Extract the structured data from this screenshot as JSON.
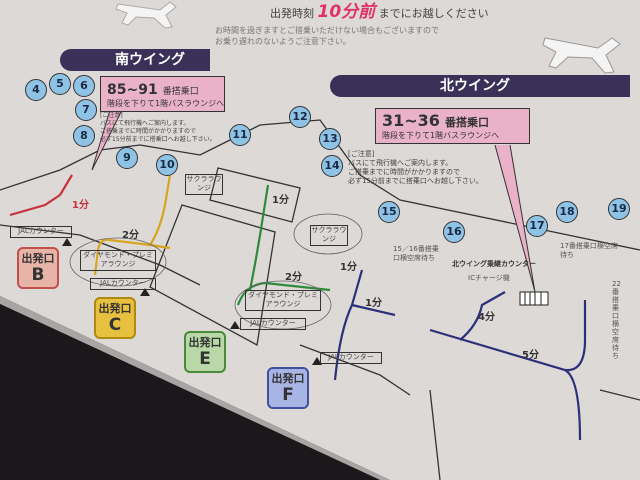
{
  "header": {
    "time_prefix": "出発時刻",
    "time_highlight": "10分前",
    "time_suffix": "までにお越しください",
    "note_line1": "お時間を過ぎますとご搭乗いただけない場合もございますので",
    "note_line2": "お乗り遅れのないようご注意下さい。"
  },
  "wings": {
    "south": "南ウイング",
    "north": "北ウイング"
  },
  "callouts": [
    {
      "gates": "85~91",
      "suffix": "番搭乗口",
      "sub": "階段を下りて1階バスラウンジへ",
      "note_title": "[ご注意]",
      "note_1": "バスにて飛行機へご案内します。",
      "note_2": "ご搭乗までに時間がかかりますので",
      "note_3": "必ず15分前までに搭乗口へお越し下さい。"
    },
    {
      "gates": "31~36",
      "suffix": "番搭乗口",
      "sub": "階段を下りて1階バスラウンジへ",
      "note_title": "[ご注意]",
      "note_1": "バスにて飛行機へご案内します。",
      "note_2": "ご搭乗までに時間がかかりますので",
      "note_3": "必ず15分前までに搭乗口へお越し下さい。"
    }
  ],
  "gates": [
    "4",
    "5",
    "6",
    "7",
    "8",
    "9",
    "10",
    "11",
    "12",
    "13",
    "14",
    "15",
    "16",
    "17",
    "18",
    "19"
  ],
  "exits": [
    {
      "label": "出発口",
      "letter": "B",
      "color": "#e8b4a8",
      "border": "#c0504a"
    },
    {
      "label": "出発口",
      "letter": "C",
      "color": "#e8c040",
      "border": "#b08a10"
    },
    {
      "label": "出発口",
      "letter": "E",
      "color": "#b8d8a8",
      "border": "#4a8a3a"
    },
    {
      "label": "出発口",
      "letter": "F",
      "color": "#a8b4e4",
      "border": "#4050a0"
    }
  ],
  "places": {
    "diamond_lounge": "ダイヤモンド・プレミアラウンジ",
    "sakura_lounge": "サクララウンジ",
    "jal_counter": "JALカウンター",
    "transfer_counter": "北ウイング乗継カウンター",
    "ic_charge": "ICチャージ機",
    "standby_15_16": "15／16番搭乗口横空席待ち",
    "standby_17": "17番搭乗口横空席待ち",
    "standby_22": "22番搭乗口横空席待ち"
  },
  "times": {
    "t_red": "1分",
    "t_yellow": "2分",
    "t_green_up": "1分",
    "t_green": "2分",
    "t_blue_up": "1分",
    "t_blue": "1分",
    "t_4": "4分",
    "t_5": "5分"
  },
  "route_colors": {
    "red": "#c8323a",
    "yellow": "#d9a520",
    "green": "#2e8b3a",
    "blue": "#2c2f7a"
  }
}
